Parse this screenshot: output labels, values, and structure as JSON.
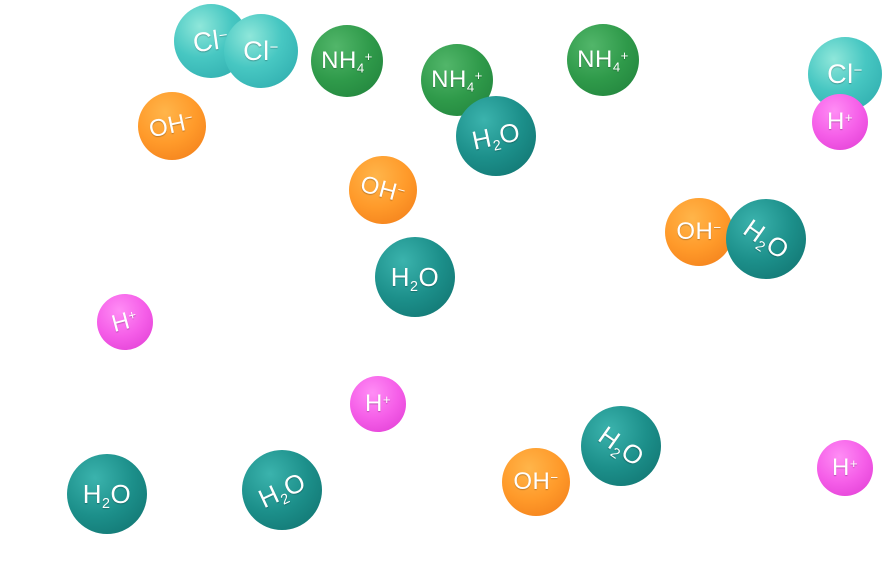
{
  "scene": {
    "ions": [
      {
        "id": "cl1",
        "label": "Cl",
        "sub": "",
        "sup": "−",
        "kind": "chloride-ion"
      },
      {
        "id": "cl2",
        "label": "Cl",
        "sub": "",
        "sup": "−",
        "kind": "chloride-ion"
      },
      {
        "id": "nh1",
        "label": "NH",
        "sub": "4",
        "sup": "+",
        "kind": "ammonium-ion"
      },
      {
        "id": "nh2",
        "label": "NH",
        "sub": "4",
        "sup": "+",
        "kind": "ammonium-ion"
      },
      {
        "id": "nh3",
        "label": "NH",
        "sub": "4",
        "sup": "+",
        "kind": "ammonium-ion"
      },
      {
        "id": "cl3",
        "label": "Cl",
        "sub": "",
        "sup": "−",
        "kind": "chloride-ion"
      },
      {
        "id": "oh1",
        "label": "OH",
        "sub": "",
        "sup": "−",
        "kind": "hydroxide-ion"
      },
      {
        "id": "h2o1",
        "label": "H",
        "sub": "2",
        "sup": "",
        "tail": "O",
        "kind": "water-molecule"
      },
      {
        "id": "hp1",
        "label": "H",
        "sub": "",
        "sup": "+",
        "kind": "hydrogen-ion"
      },
      {
        "id": "oh2",
        "label": "OH",
        "sub": "",
        "sup": "−",
        "kind": "hydroxide-ion"
      },
      {
        "id": "oh3",
        "label": "OH",
        "sub": "",
        "sup": "−",
        "kind": "hydroxide-ion"
      },
      {
        "id": "h2o2",
        "label": "H",
        "sub": "2",
        "sup": "",
        "tail": "O",
        "kind": "water-molecule"
      },
      {
        "id": "h2o3",
        "label": "H",
        "sub": "2",
        "sup": "",
        "tail": "O",
        "kind": "water-molecule"
      },
      {
        "id": "hp2",
        "label": "H",
        "sub": "",
        "sup": "+",
        "kind": "hydrogen-ion"
      },
      {
        "id": "hp3",
        "label": "H",
        "sub": "",
        "sup": "+",
        "kind": "hydrogen-ion"
      },
      {
        "id": "h2o4",
        "label": "H",
        "sub": "2",
        "sup": "",
        "tail": "O",
        "kind": "water-molecule"
      },
      {
        "id": "hp4",
        "label": "H",
        "sub": "",
        "sup": "+",
        "kind": "hydrogen-ion"
      },
      {
        "id": "h2o5",
        "label": "H",
        "sub": "2",
        "sup": "",
        "tail": "O",
        "kind": "water-molecule"
      },
      {
        "id": "h2o6",
        "label": "H",
        "sub": "2",
        "sup": "",
        "tail": "O",
        "kind": "water-molecule"
      },
      {
        "id": "oh4",
        "label": "OH",
        "sub": "",
        "sup": "−",
        "kind": "hydroxide-ion"
      }
    ]
  }
}
